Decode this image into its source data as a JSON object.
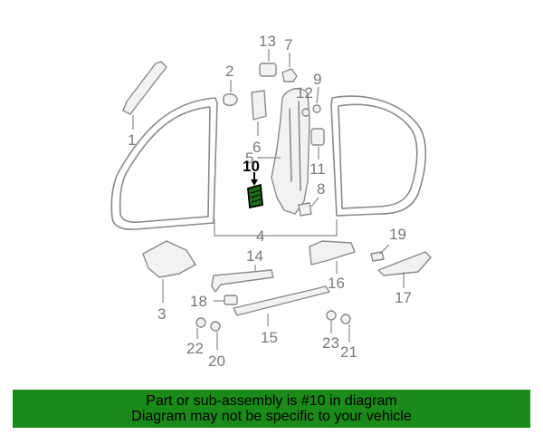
{
  "callouts": {
    "c1": "1",
    "c2": "2",
    "c3": "3",
    "c4": "4",
    "c5": "5",
    "c6": "6",
    "c7": "7",
    "c8": "8",
    "c9": "9",
    "c10": "10",
    "c11": "11",
    "c12": "12",
    "c13": "13",
    "c14": "14",
    "c15": "15",
    "c16": "16",
    "c17": "17",
    "c18": "18",
    "c19": "19",
    "c20": "20",
    "c21": "21",
    "c22": "22",
    "c23": "23"
  },
  "highlighted_part": "10",
  "banner": {
    "line1": "Part or sub-assembly is #10 in diagram",
    "line2": "Diagram may not be specific to your vehicle",
    "color": "#1a8a1a"
  }
}
